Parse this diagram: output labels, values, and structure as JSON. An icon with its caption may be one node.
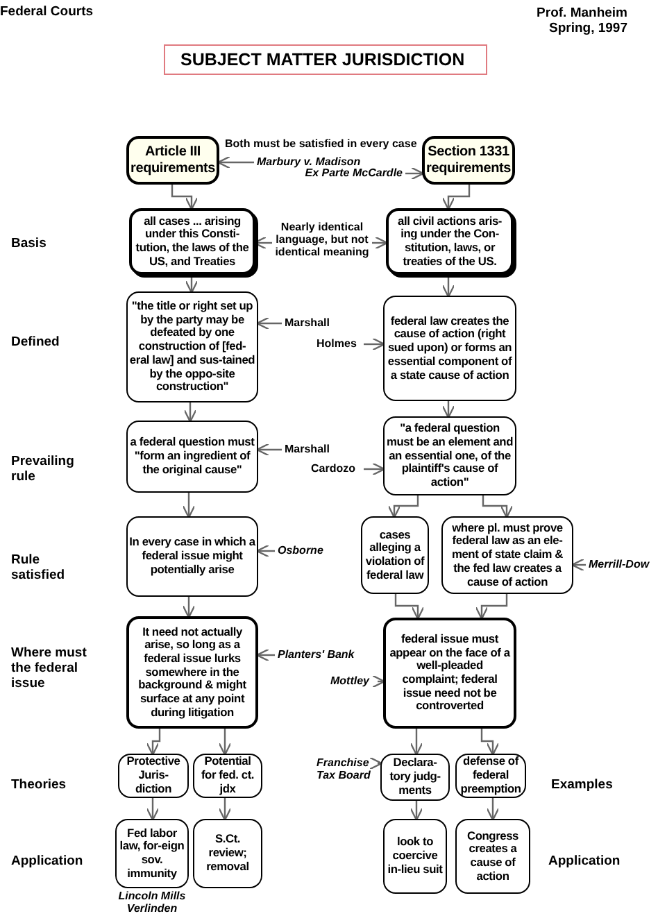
{
  "diagram": {
    "title": "SUBJECT MATTER JURISDICTION",
    "nodes": [
      {
        "text": [
          "Article III requirements"
        ]
      },
      {
        "text": [
          "Section 1331 requirements"
        ]
      },
      {
        "text": [
          "all cases ... arising under this Consti-tution, the laws of the US, and Treaties"
        ]
      },
      {
        "text": [
          "all civil actions aris-ing under the Con-stitution, laws, or treaties of the US."
        ]
      },
      {
        "text": [
          "\"the title or right set up by the party may be defeated by one construction of [fed-eral law] and sus-tained by the oppo-site construction\""
        ]
      },
      {
        "text": [
          "federal law creates the cause of action (right sued upon) or forms an essential component of a state cause of action"
        ]
      },
      {
        "text": [
          "a federal question must \"form an ingredient of the original cause\""
        ]
      },
      {
        "text": [
          "\"a federal question must be an element and an essential one, of the plaintiff's cause of action\""
        ]
      },
      {
        "text": [
          "In every case in which a federal issue might potentially arise"
        ]
      },
      {
        "text": [
          "cases alleging a violation of federal law"
        ]
      },
      {
        "text": [
          "where pl. must prove federal law as an ele-ment of state claim & the fed law creates a cause of action"
        ]
      },
      {
        "text": [
          "It need not actually arise, so long as a federal issue lurks somewhere in the background & might surface at any point during litigation"
        ]
      },
      {
        "text": [
          "federal issue must appear on the face of a well-pleaded complaint; federal issue need not be controverted"
        ]
      },
      {
        "text": [
          "Protective Juris-diction"
        ]
      },
      {
        "text": [
          "Potential for fed. ct. jdx"
        ]
      },
      {
        "text": [
          "Declara-tory judg-ments"
        ]
      },
      {
        "text": [
          "defense of federal preemption"
        ]
      },
      {
        "text": [
          "Fed labor law, for-eign sov. immunity"
        ],
        "beside": [
          "Lincoln Mills",
          "Verlinden"
        ]
      },
      {
        "text": [
          "S.Ct. review; removal"
        ]
      },
      {
        "text": [
          "look to coercive in-lieu suit"
        ]
      },
      {
        "text": [
          "Congress creates a cause of action"
        ]
      },
      {
        "text": [
          "Marbury v. Madison"
        ]
      },
      {
        "text": [
          "Ex Parte McCardle"
        ]
      },
      {
        "text": [
          "Nearly identical language, but not identical meaning"
        ]
      },
      {
        "text": [
          "Marshall"
        ]
      },
      {
        "text": [
          "Holmes"
        ]
      },
      {
        "text": [
          "Marshall"
        ]
      },
      {
        "text": [
          "Cardozo"
        ]
      },
      {
        "text": [
          "Osborne"
        ]
      },
      {
        "text": [
          "Merrill-Dow"
        ]
      },
      {
        "text": [
          "Planters' Bank"
        ]
      },
      {
        "text": [
          "Mottley"
        ]
      },
      {
        "text": [
          "Franchise Tax Board"
        ]
      }
    ],
    "edges": [
      {
        "from": 0,
        "to": 2,
        "arrow": "to"
      },
      {
        "from": 1,
        "to": 3,
        "arrow": "to"
      },
      {
        "from": 2,
        "to": 4,
        "arrow": "to"
      },
      {
        "from": 3,
        "to": 5,
        "arrow": "to"
      },
      {
        "from": 4,
        "to": 6,
        "arrow": "to"
      },
      {
        "from": 5,
        "to": 7,
        "arrow": "to"
      },
      {
        "from": 6,
        "to": 8,
        "arrow": "to"
      },
      {
        "from": 7,
        "to": 9,
        "arrow": "to"
      },
      {
        "from": 7,
        "to": 10,
        "arrow": "to"
      },
      {
        "from": 8,
        "to": 11,
        "arrow": "to"
      },
      {
        "from": 9,
        "to": 12,
        "arrow": "to"
      },
      {
        "from": 10,
        "to": 12,
        "arrow": "to"
      },
      {
        "from": 11,
        "to": 13,
        "arrow": "to"
      },
      {
        "from": 11,
        "to": 14,
        "arrow": "to"
      },
      {
        "from": 12,
        "to": 15,
        "arrow": "to"
      },
      {
        "from": 12,
        "to": 16,
        "arrow": "to"
      },
      {
        "from": 13,
        "to": 17,
        "arrow": "to"
      },
      {
        "from": 14,
        "to": 18,
        "arrow": "to"
      },
      {
        "from": 15,
        "to": 19,
        "arrow": "to"
      },
      {
        "from": 16,
        "to": 20,
        "arrow": "to"
      },
      {
        "from": 21,
        "to": 0,
        "arrow": "to"
      },
      {
        "from": 22,
        "to": 1,
        "arrow": "to"
      },
      {
        "from": 23,
        "to": 2,
        "arrow": "to"
      },
      {
        "from": 23,
        "to": 3,
        "arrow": "to"
      },
      {
        "from": 24,
        "to": 4,
        "arrow": "to"
      },
      {
        "from": 25,
        "to": 5,
        "arrow": "to"
      },
      {
        "from": 26,
        "to": 6,
        "arrow": "to"
      },
      {
        "from": 27,
        "to": 7,
        "arrow": "to"
      },
      {
        "from": 28,
        "to": 8,
        "arrow": "to"
      },
      {
        "from": 29,
        "to": 10,
        "arrow": "to"
      },
      {
        "from": 30,
        "to": 11,
        "arrow": "to"
      },
      {
        "from": 31,
        "to": 12,
        "arrow": "to"
      },
      {
        "from": 32,
        "to": 15,
        "arrow": "to"
      }
    ],
    "labels": [
      "Federal Courts",
      "Prof. Manheim",
      "Spring, 1997",
      "Both must be satisfied in every case",
      "Basis",
      "Defined",
      "Prevailing rule",
      "Rule satisfied",
      "Where must the federal issue",
      "Theories",
      "Examples",
      "Application",
      "Application"
    ]
  }
}
